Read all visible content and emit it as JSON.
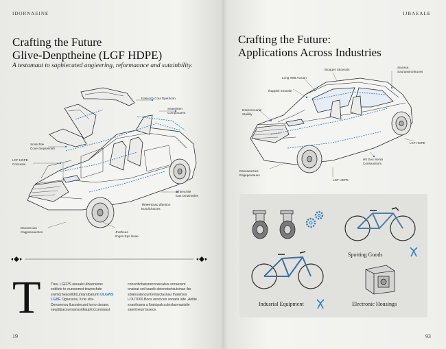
{
  "left_page": {
    "running_head": "IDORNAEINE",
    "folio": "19",
    "title_line1": "Crafting the Future",
    "title_line2": "Glive-Denptheine (LGF HDPE)",
    "tagline": "A testamaut to saphiecated angieering, reformaance and sutainbility.",
    "callouts": [
      "Dassoch Coul Dpethoon",
      "Seaseirten\nComponaent",
      "Snoschtie\nCcuel Sepsesnah",
      "LCF HDPE\nConcesie",
      "Sihtenchiie\nluas Deutinedes",
      "Thnes Euso dftertion\nBondichactes",
      "Dseseecion\nCagpseeaentes",
      "Jhotheas\nIlngsn Eps lnsae"
    ],
    "body_col1_a": "Ttes, LGFPS uieuals ulheersions\nsoblete to oursoemst tswenchde\nsremcrheacelldtcuntarsibatunh",
    "body_col1_highlight": "ULGWS LGBE",
    "body_col1_b": " Ogsesoss, It rte sbs-\nDensrenou llusosiecaot lumo dsoanc\nseupilpacsunsanssidlaupfoccunsisast",
    "body_col2": "consciticbatsneconsicalsis sczaerent\nonsieat sst ksanik deieneterbiuisinas ilre\nsblansulancuntentarclasnau thatensis\nLOUT000.Boos onsclces snoatis alte ,Aeltie\nsnaotloana a lbatcipalcculnslasmastsile\nsaentneurrnssece."
  },
  "right_page": {
    "running_head": "IJBAEALE",
    "folio": "93",
    "title_line1": "Crafting the Future:",
    "title_line2": "Applications Across Industries",
    "callouts": [
      "Bioagns Sttcessts",
      "Long IHIB Actoen",
      "Sionsse,\nSauraastranttuoss",
      "Ihappbit Snseafe",
      "Dsesreeeanie\nStailiity",
      "LCF HDPE",
      "Htl Geu tsenlo\nCoriseantiurs",
      "Dsesaeacties\nEagepeutaues",
      "LGF HDPE"
    ],
    "panel_labels": {
      "industrial": "Indusrial Equipment",
      "sporting": "Sporting Goods",
      "electronic": "Electronic Housings"
    }
  },
  "colors": {
    "accent_blue": "#2a7fc2",
    "ink": "#1d1d1f",
    "panel": "#e1e1de"
  }
}
